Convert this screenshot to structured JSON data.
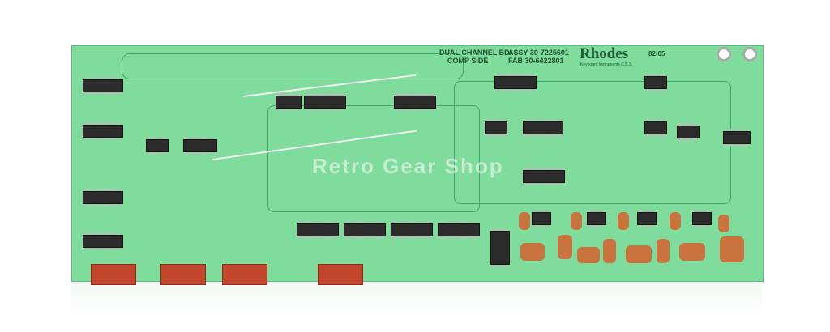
{
  "board": {
    "silkscreen_title": [
      "DUAL CHANNEL BD.",
      "COMP SIDE"
    ],
    "assembly": [
      "ASSY 30-7225601",
      "FAB 30-6422801"
    ],
    "brand": "Rhodes",
    "brand_subtitle": "Keyboard Instruments C.B.S.",
    "date_code": "82-05",
    "watermark": "Retro Gear Shop",
    "colors": {
      "pcb": "#7fdc9c",
      "connector": "#c2462e",
      "capacitor": "#c9733f",
      "ic": "#2b2b2b"
    }
  }
}
